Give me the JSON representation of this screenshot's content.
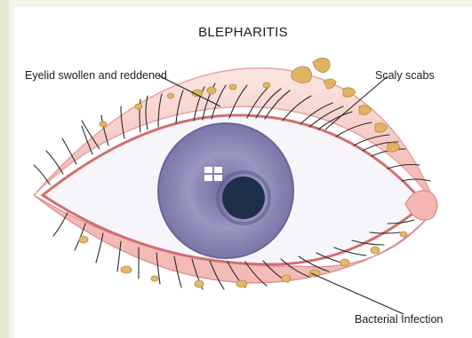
{
  "diagram": {
    "title": "BLEPHARITIS",
    "labels": {
      "eyelid": "Eyelid swollen and reddened",
      "scaly": "Scaly scabs",
      "bacterial": "Bacterial Infection"
    },
    "colors": {
      "lid": "#f0a8a6",
      "lid_edge": "#cf6f72",
      "sclera": "#f6f4f8",
      "iris": "#8f8cb6",
      "pupil": "#1e2f4a",
      "scab": "#e0b464",
      "lash": "#2a2a2a"
    }
  }
}
